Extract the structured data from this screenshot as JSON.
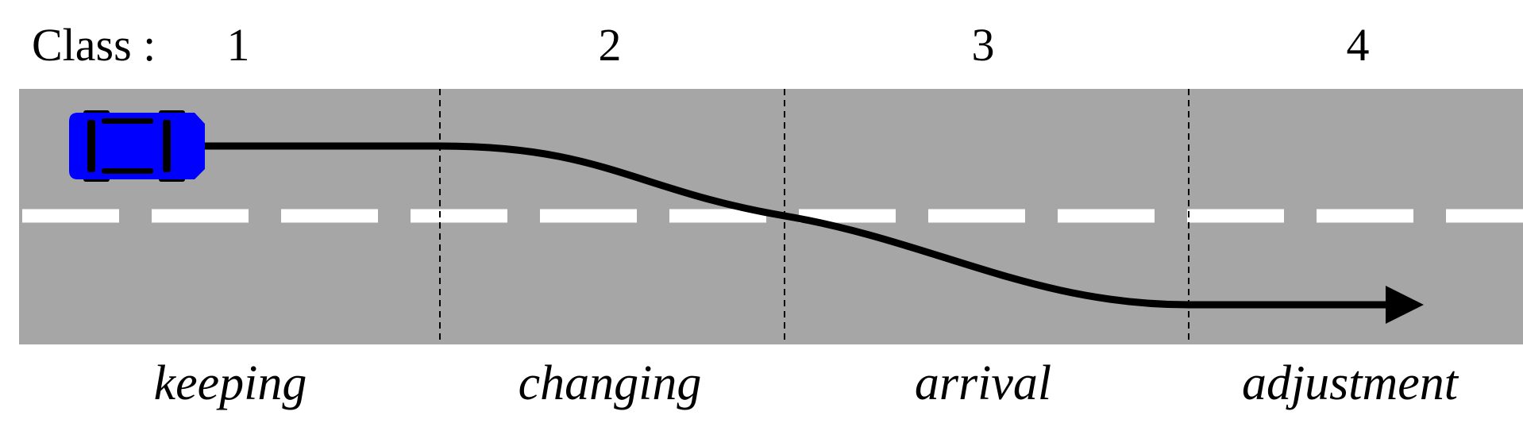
{
  "header": {
    "class_prefix": "Class :"
  },
  "phases": [
    {
      "class_number": "1",
      "name": "keeping"
    },
    {
      "class_number": "2",
      "name": "changing"
    },
    {
      "class_number": "3",
      "name": "arrival"
    },
    {
      "class_number": "4",
      "name": "adjustment"
    }
  ],
  "colors": {
    "road": "#a6a6a6",
    "lane_marking": "#ffffff",
    "car_body": "#0000ff",
    "car_detail": "#000000",
    "trajectory": "#000000",
    "boundary": "#000000"
  },
  "icons": {
    "vehicle": "car-top-view-icon",
    "direction": "arrowhead-icon"
  }
}
